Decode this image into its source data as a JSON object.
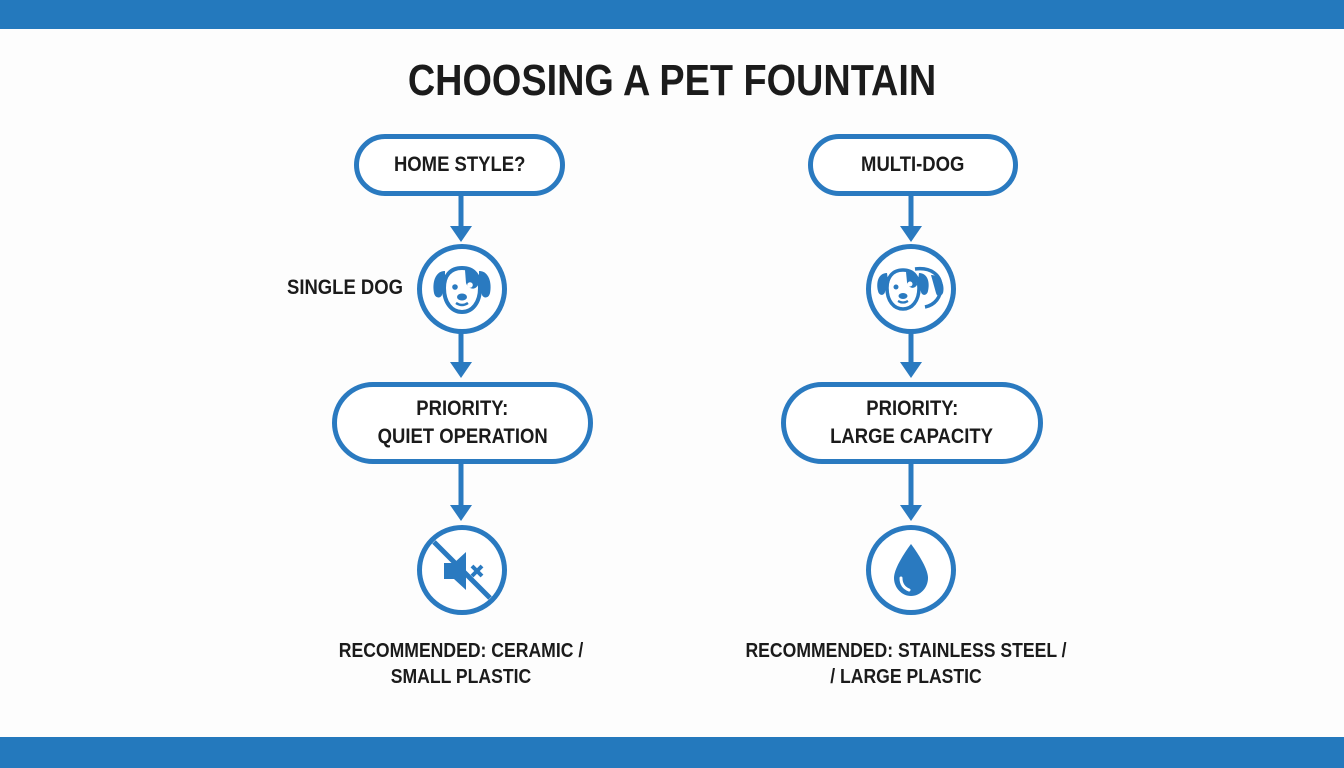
{
  "title": "CHOOSING A PET FOUNTAIN",
  "colors": {
    "accent": "#2a7ac0",
    "bar": "#2479bd",
    "text": "#1b1b1b",
    "background": "#fdfdfd"
  },
  "left_branch": {
    "question": "HOME STYLE?",
    "side_label": "SINGLE DOG",
    "icon": "dog-face-icon",
    "priority_line1": "PRIORITY:",
    "priority_line2": "QUIET OPERATION",
    "result_icon": "muted-speaker-prohibited-icon",
    "recommendation_line1": "RECOMMENDED: CERAMIC /",
    "recommendation_line2": "SMALL PLASTIC"
  },
  "right_branch": {
    "question": "MULTI-DOG",
    "icon": "two-dogs-icon",
    "priority_line1": "PRIORITY:",
    "priority_line2": "LARGE CAPACITY",
    "result_icon": "water-drop-icon",
    "recommendation_line1": "RECOMMENDED: STAINLESS STEEL /",
    "recommendation_line2": "/ LARGE PLASTIC"
  }
}
